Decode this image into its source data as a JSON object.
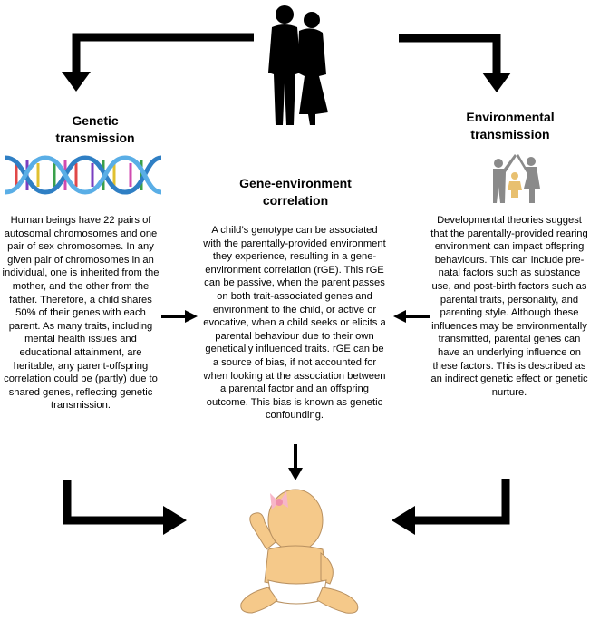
{
  "headings": {
    "genetic": "Genetic transmission",
    "environmental": "Environmental transmission",
    "gene_environment": "Gene-environment correlation"
  },
  "texts": {
    "genetic": "Human beings have 22 pairs of autosomal chromosomes and one pair of sex chromosomes. In any given pair of chromosomes in an individual, one is inherited from the mother, and the other from the father. Therefore, a child shares 50% of their genes with each parent. As many traits, including mental health issues and educational attainment, are heritable, any parent-offspring correlation could be (partly) due to shared genes, reflecting genetic transmission.",
    "gene_environment": "A child’s genotype can be associated with the parentally-provided environment they experience, resulting in a gene-environment correlation (rGE). This rGE can be passive, when the parent passes on both trait-associated genes and environment to the child, or active or evocative, when a child seeks or elicits a parental behaviour due to their own genetically influenced traits. rGE can be a source of bias, if not accounted for when looking at the association between a parental factor and an offspring outcome. This bias is known as genetic confounding.",
    "environmental": "Developmental theories suggest that the parentally-provided rearing environment can impact offspring behaviours. This can include pre-natal factors such as substance use, and post-birth factors such as parental traits, personality, and parenting style. Although these influences may be environmentally transmitted, parental genes can have an underlying influence on these factors. This is described as an indirect genetic effect or genetic nurture."
  },
  "icons": {
    "parents": "parents-silhouette-icon",
    "dna": "dna-helix-icon",
    "family": "family-rearing-icon",
    "baby": "baby-icon"
  },
  "colors": {
    "arrow": "#000000",
    "dna_blue": "#3a8fd0",
    "baby_skin": "#f5c98a",
    "baby_bow": "#f7b6c8",
    "family_gray": "#8a8a8a"
  }
}
